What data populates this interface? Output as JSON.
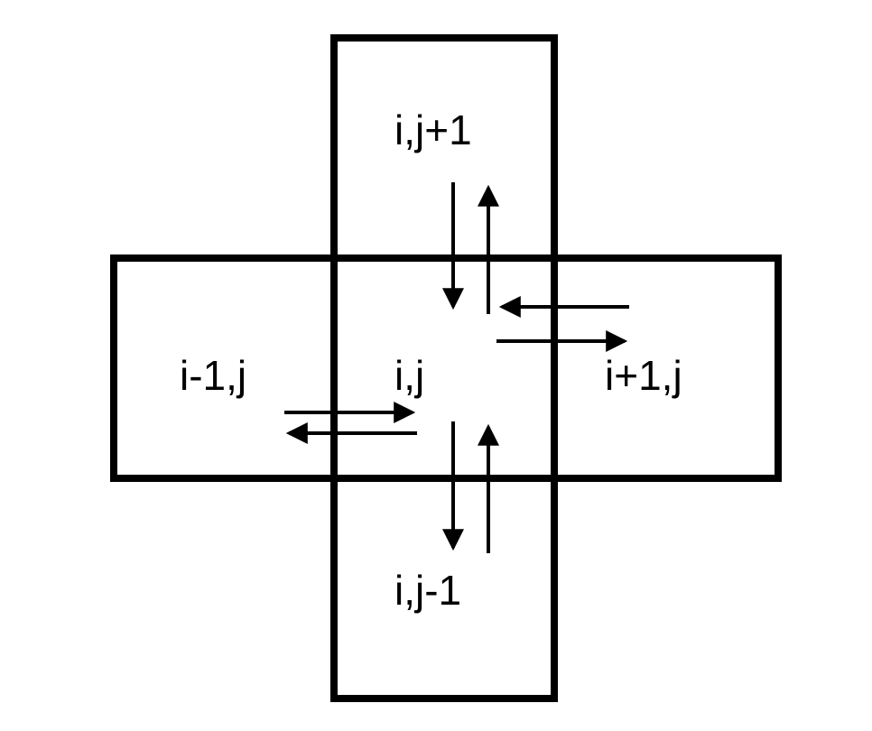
{
  "colors": {
    "background": "#ffffff",
    "stroke": "#000000",
    "text": "#000000"
  },
  "cells": {
    "center": {
      "label": "i,j"
    },
    "left": {
      "label": "i-1,j"
    },
    "right": {
      "label": "i+1,j"
    },
    "top": {
      "label": "i,j+1"
    },
    "bottom": {
      "label": "i,j-1"
    }
  },
  "flux_arrows": [
    {
      "name": "arrow-top-to-center",
      "direction": "down"
    },
    {
      "name": "arrow-center-to-top",
      "direction": "up"
    },
    {
      "name": "arrow-right-to-center",
      "direction": "left"
    },
    {
      "name": "arrow-center-to-right",
      "direction": "right"
    },
    {
      "name": "arrow-left-to-center",
      "direction": "right"
    },
    {
      "name": "arrow-center-to-left",
      "direction": "left"
    },
    {
      "name": "arrow-center-to-bottom",
      "direction": "down"
    },
    {
      "name": "arrow-bottom-to-center",
      "direction": "up"
    }
  ]
}
